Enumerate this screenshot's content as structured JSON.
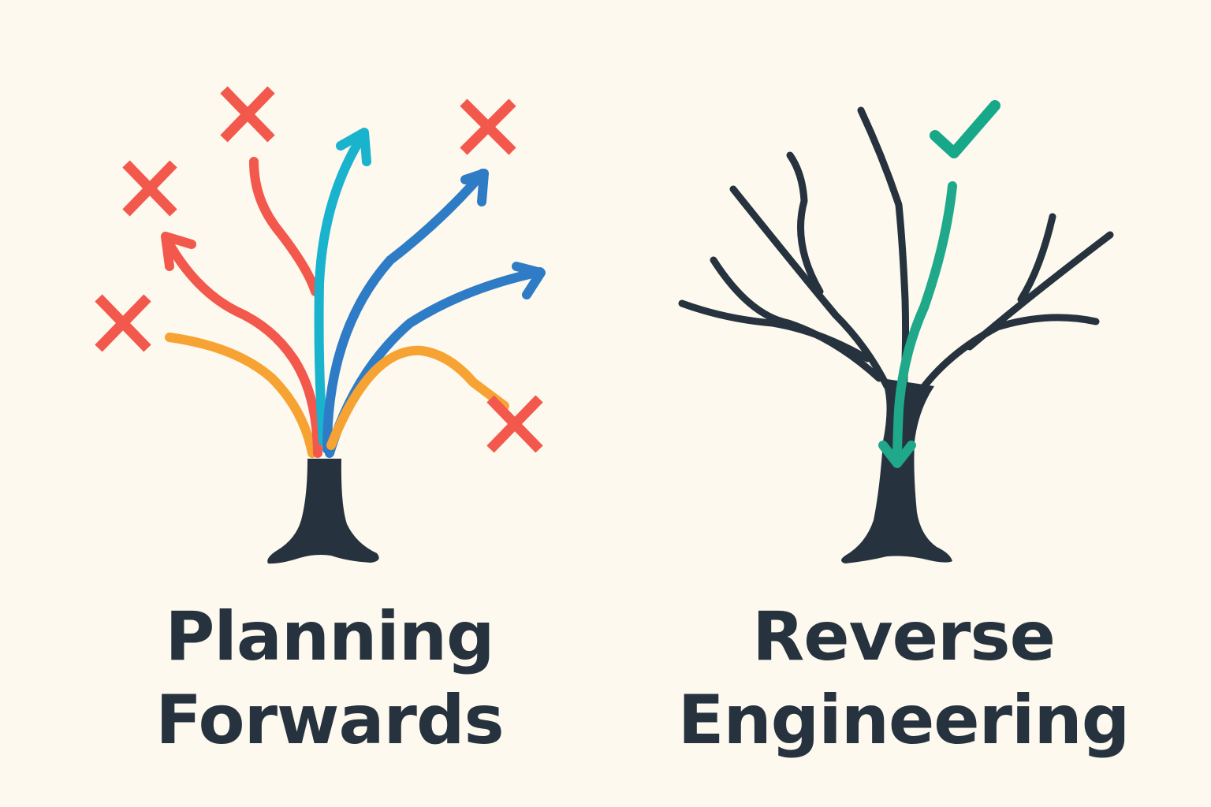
{
  "colors": {
    "background": "#FDF9EE",
    "trunk": "#26333F",
    "fail_x": "#F2584B",
    "red_path": "#F2584B",
    "orange_path": "#F7A333",
    "cyan_path": "#1AB3CE",
    "blue_path": "#2F7CC6",
    "success_green": "#1FA88A",
    "text": "#26333F"
  },
  "left_panel": {
    "title_line1": "Planning",
    "title_line2": "Forwards",
    "icons": [
      "x-mark-icon",
      "x-mark-icon",
      "x-mark-icon",
      "x-mark-icon",
      "x-mark-icon"
    ],
    "paths": [
      "orange-dead-end",
      "red-arrow",
      "red-dead-end",
      "cyan-arrow",
      "blue-arrow",
      "blue-arrow",
      "orange-to-x"
    ]
  },
  "right_panel": {
    "title_line1": "Reverse",
    "title_line2": "Engineering",
    "icons": [
      "check-mark-icon",
      "down-arrow-icon"
    ]
  }
}
